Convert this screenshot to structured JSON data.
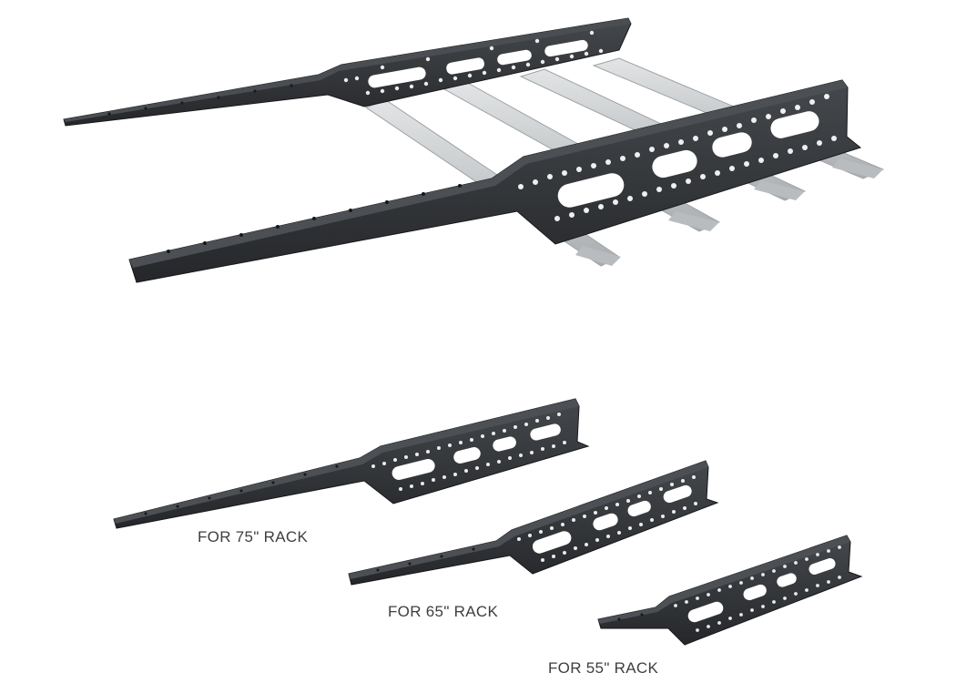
{
  "colors": {
    "background": "#ffffff",
    "plate": "#2c2e31",
    "plate_edge": "#17181a",
    "plate_top": "#3b3e42",
    "crossbar": "#c9ccce",
    "caption": "#3e3e3e"
  },
  "captions": {
    "rack_75": "FOR 75\" RACK",
    "rack_65": "FOR 65\" RACK",
    "rack_55": "FOR 55\" RACK"
  }
}
